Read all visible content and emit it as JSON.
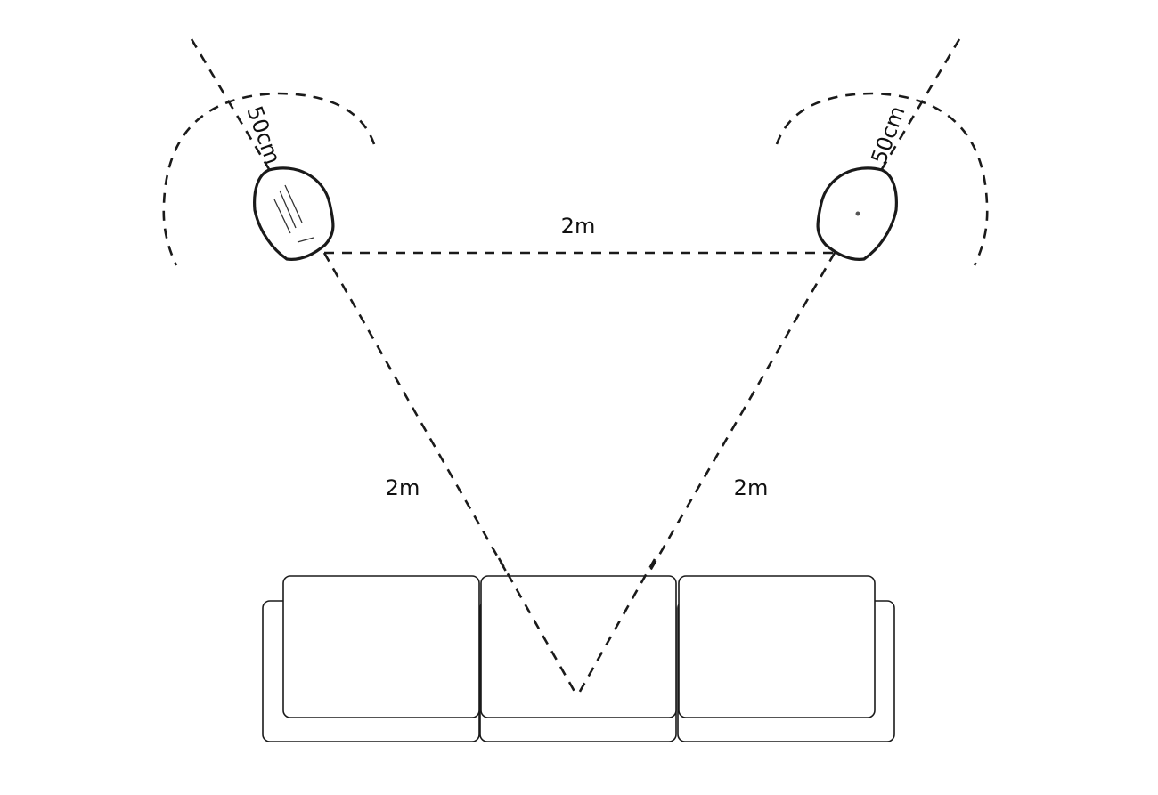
{
  "labels": {
    "top_distance": "2m",
    "left_distance": "2m",
    "right_distance": "2m",
    "left_wall_distance": "50cm",
    "right_wall_distance": "50cm"
  },
  "colors": {
    "line": "#1a1a1a",
    "background": "#ffffff"
  }
}
